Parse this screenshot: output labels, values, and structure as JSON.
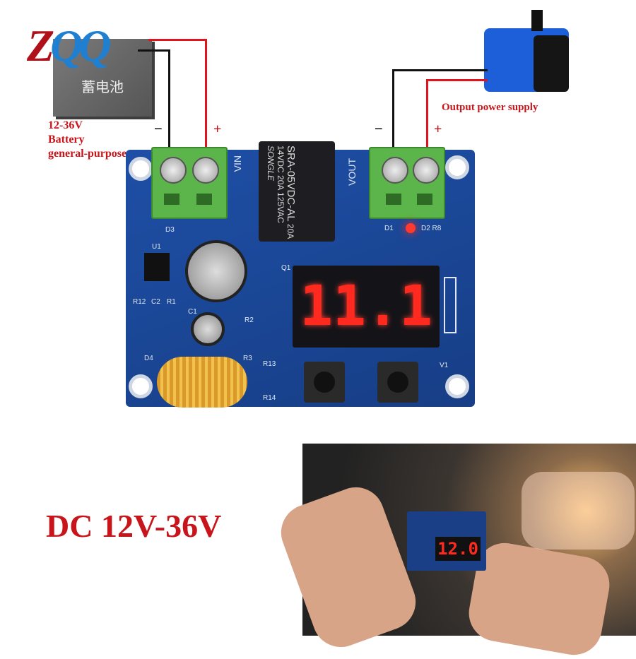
{
  "logo": {
    "text_z": "Z",
    "text_qq": "QQ"
  },
  "battery": {
    "label": "蓄电池",
    "voltage": "12-36V",
    "line2": "Battery",
    "line3": "general-purpose",
    "minus": "−",
    "plus": "+"
  },
  "output": {
    "label": "Output power supply",
    "minus": "−",
    "plus": "+"
  },
  "board": {
    "vin": "VIN",
    "vout": "VOUT",
    "relay_model": "SRA-05VDC-AL",
    "relay_rating1": "20A 14VDC",
    "relay_rating2": "20A 125VAC",
    "relay_brand": "SONGLE",
    "display": "11.1",
    "silk": {
      "d3": "D3",
      "u1": "U1",
      "d1": "D1",
      "d2r8": "D2 R8",
      "q1": "Q1",
      "r12": "R12",
      "c2": "C2",
      "r1": "R1",
      "c1": "C1",
      "r2": "R2",
      "r3": "R3",
      "d4": "D4",
      "r13": "R13",
      "r14": "R14",
      "v1": "V1"
    }
  },
  "headline": "DC 12V-36V",
  "photo": {
    "display": "12.0"
  },
  "colors": {
    "accent_red": "#c8151b",
    "pcb_blue": "#1e4fa6",
    "terminal_green": "#5bb54a",
    "led_red": "#ff2a1f"
  }
}
